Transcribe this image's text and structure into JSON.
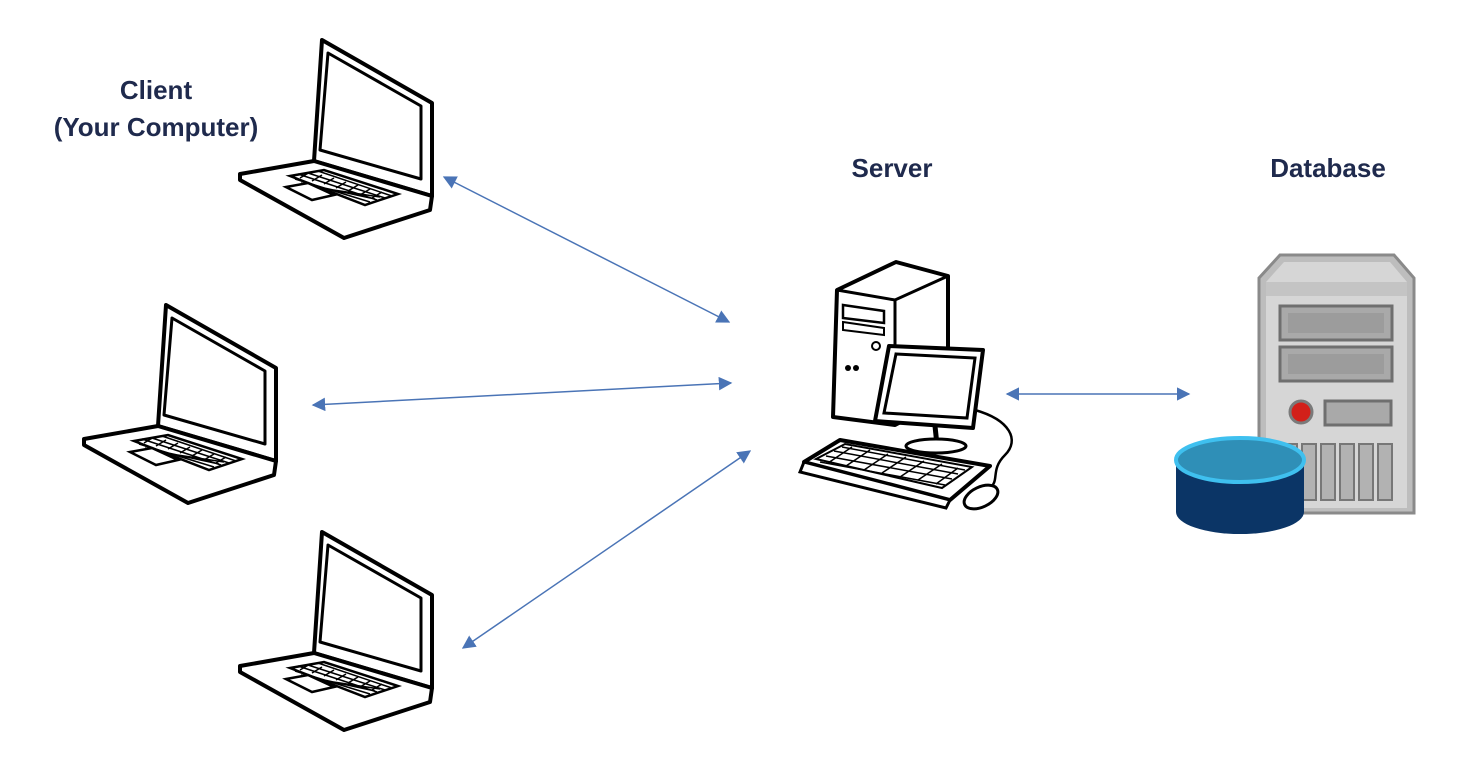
{
  "labels": {
    "client_line1": "Client",
    "client_line2": "(Your Computer)",
    "server": "Server",
    "database": "Database"
  },
  "nodes": {
    "clients": [
      {
        "icon": "laptop-icon"
      },
      {
        "icon": "laptop-icon"
      },
      {
        "icon": "laptop-icon"
      }
    ],
    "server": {
      "icon": "desktop-computer-icon"
    },
    "database": {
      "icon": "database-server-icon"
    }
  },
  "connections": [
    {
      "from": "client-1",
      "to": "server",
      "bidirectional": true
    },
    {
      "from": "client-2",
      "to": "server",
      "bidirectional": true
    },
    {
      "from": "client-3",
      "to": "server",
      "bidirectional": true
    },
    {
      "from": "server",
      "to": "database",
      "bidirectional": true
    }
  ],
  "colors": {
    "label_text": "#1f2a4d",
    "arrow": "#4a74b6",
    "db_cylinder_top": "#2f8fb7",
    "db_cylinder_rim": "#3fc0ef",
    "db_cylinder_body": "#0b3566",
    "server_case": "#d4d4d4",
    "server_led": "#d2201a"
  }
}
